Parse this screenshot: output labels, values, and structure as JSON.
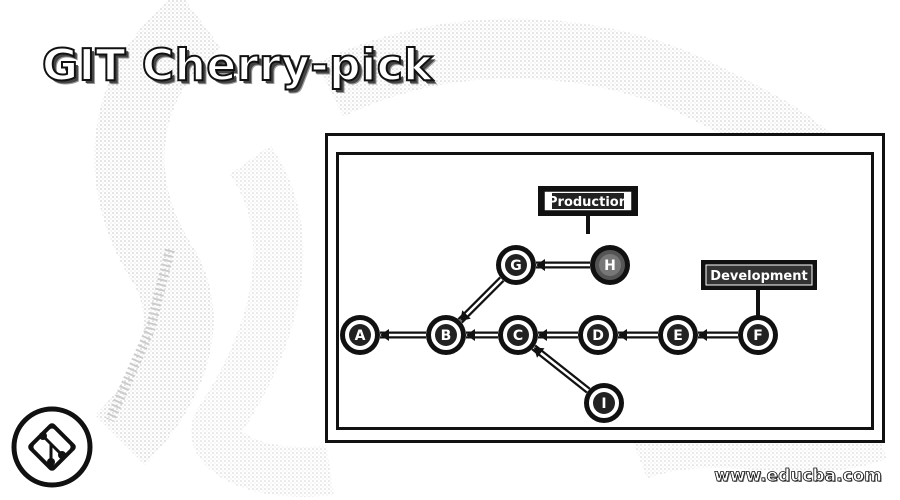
{
  "title": "GIT Cherry-pick",
  "watermark": "www.educba.com",
  "logo_icon": "git-logo-icon",
  "diagram": {
    "branches": {
      "production": "Production",
      "development": "Development"
    },
    "commits": {
      "A": "A",
      "B": "B",
      "C": "C",
      "D": "D",
      "E": "E",
      "F": "F",
      "G": "G",
      "H": "H",
      "I": "I"
    },
    "highlighted_commit": "H",
    "edges": [
      [
        "B",
        "A"
      ],
      [
        "C",
        "B"
      ],
      [
        "D",
        "C"
      ],
      [
        "E",
        "D"
      ],
      [
        "F",
        "E"
      ],
      [
        "G",
        "B"
      ],
      [
        "H",
        "G"
      ],
      [
        "I",
        "C"
      ]
    ]
  }
}
